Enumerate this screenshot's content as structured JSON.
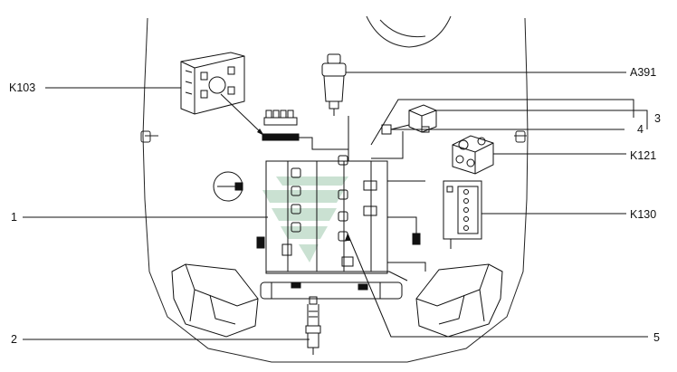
{
  "callouts": {
    "k103": "K103",
    "a391": "A391",
    "four": "4",
    "three": "3",
    "k121": "K121",
    "k130": "K130",
    "one": "1",
    "two": "2",
    "five": "5"
  },
  "colors": {
    "line": "#111111",
    "watermark": "#9fc9ae"
  },
  "icons": [
    "ecu-module",
    "fuel-injector",
    "relay",
    "ignition-coil",
    "battery",
    "spark-plug",
    "headlamp",
    "watermark-logo"
  ]
}
